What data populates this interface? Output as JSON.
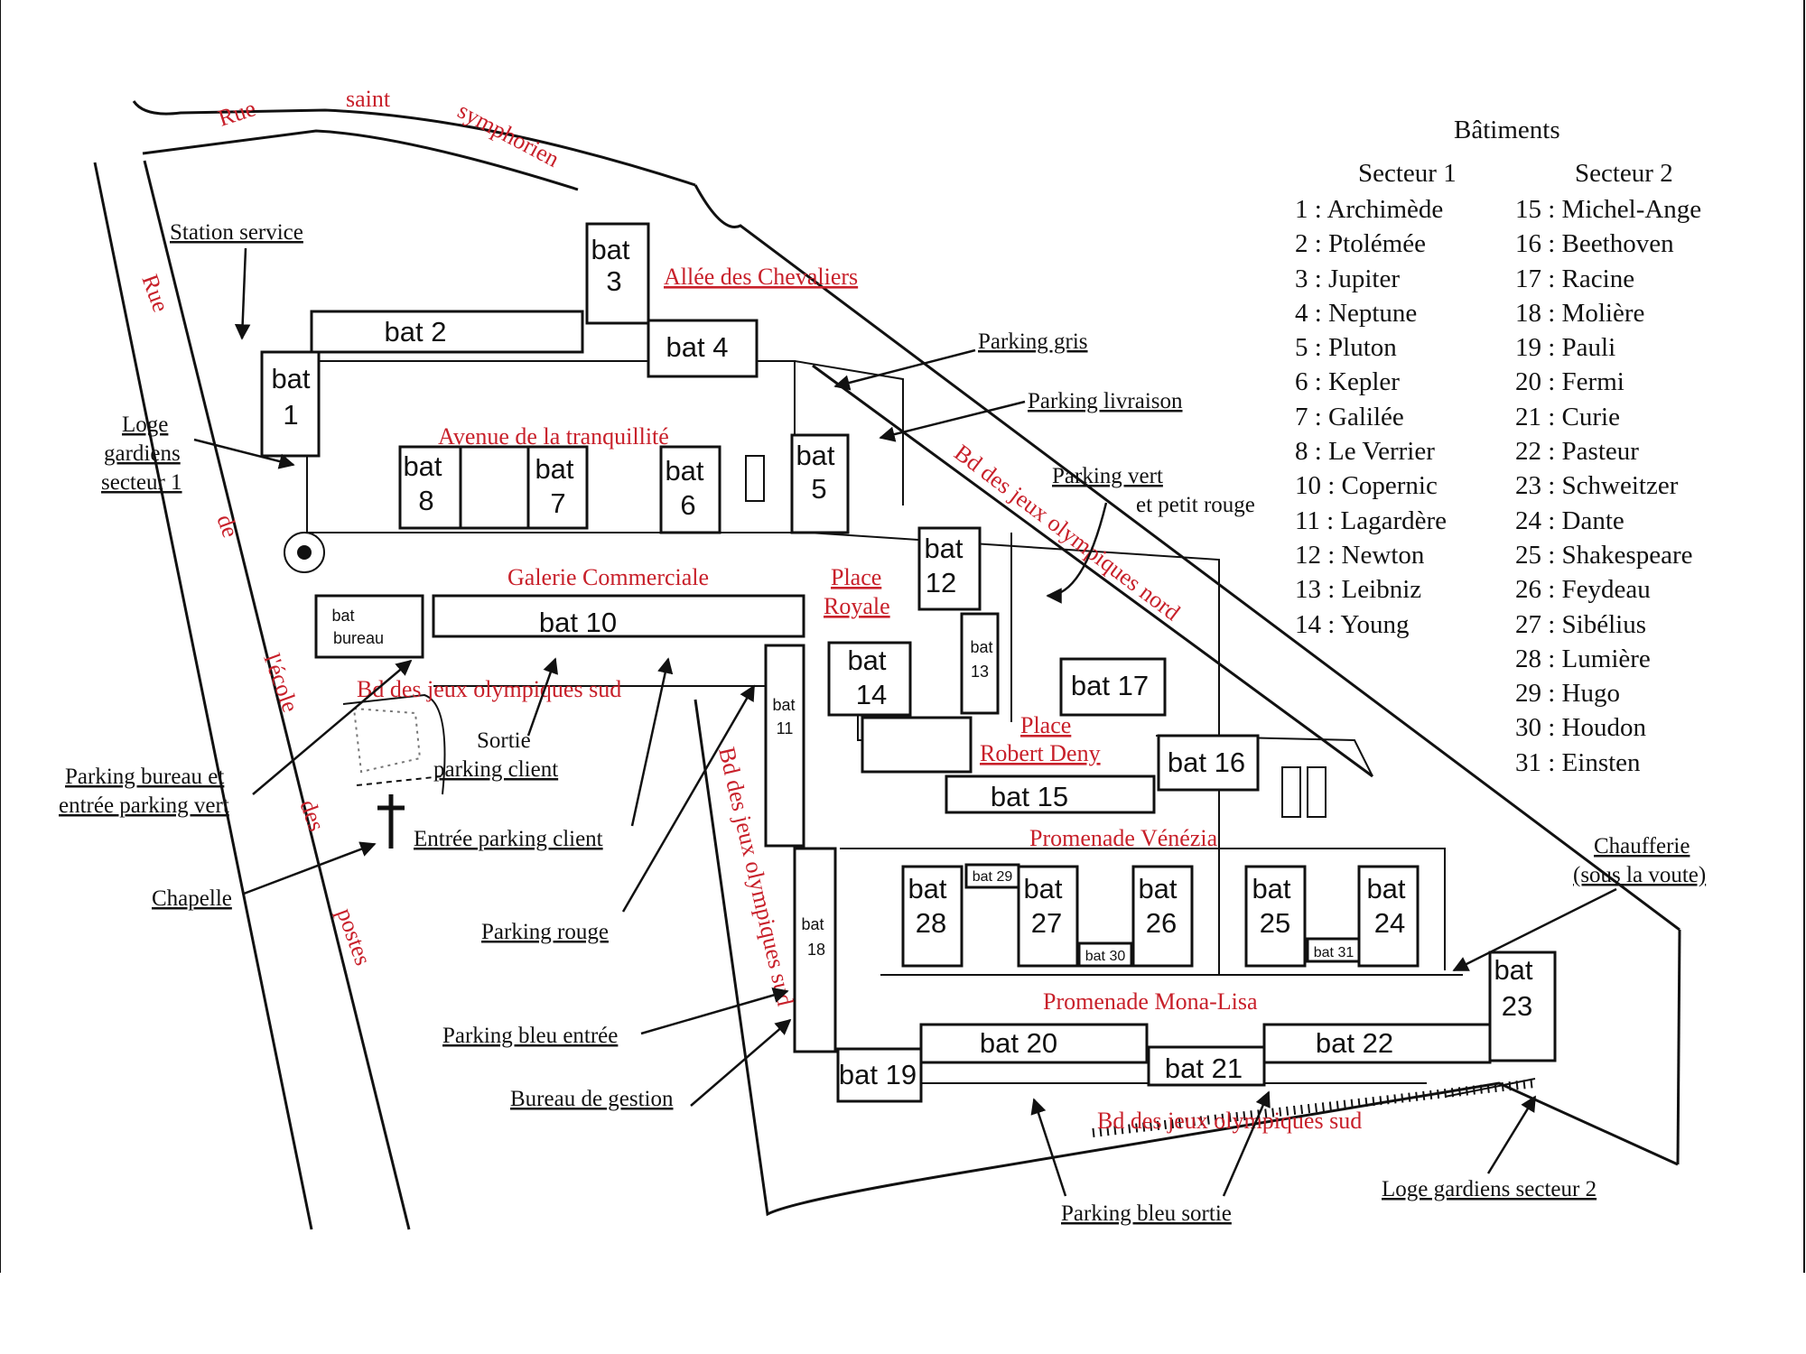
{
  "legend": {
    "title": "Bâtiments",
    "sector1": {
      "header": "Secteur 1",
      "items": [
        "1 : Archimède",
        "2 : Ptolémée",
        "3 : Jupiter",
        "4 : Neptune",
        "5 : Pluton",
        "6 : Kepler",
        "7 : Galilée",
        "8 : Le Verrier",
        "10 : Copernic",
        "11 : Lagardère",
        "12 : Newton",
        "13 : Leibniz",
        "14 : Young"
      ]
    },
    "sector2": {
      "header": "Secteur 2",
      "items": [
        "15 : Michel-Ange",
        "16 : Beethoven",
        "17 : Racine",
        "18 : Molière",
        "19 : Pauli",
        "20 : Fermi",
        "21 : Curie",
        "22 : Pasteur",
        "23 : Schweitzer",
        "24 : Dante",
        "25 : Shakespeare",
        "26 : Feydeau",
        "27 : Sibélius",
        "28 : Lumière",
        "29 : Hugo",
        "30 : Houdon",
        "31 : Einsten"
      ]
    }
  },
  "buildings": {
    "b1": [
      "bat",
      "1"
    ],
    "b2": "bat 2",
    "b3": [
      "bat",
      "3"
    ],
    "b4": "bat 4",
    "b5": [
      "bat",
      "5"
    ],
    "b6": [
      "bat",
      "6"
    ],
    "b7": [
      "bat",
      "7"
    ],
    "b8": [
      "bat",
      "8"
    ],
    "b10": "bat 10",
    "bureau": [
      "bat",
      "bureau"
    ],
    "b11": [
      "bat",
      "11"
    ],
    "b12": [
      "bat",
      "12"
    ],
    "b13": [
      "bat",
      "13"
    ],
    "b14": [
      "bat",
      "14"
    ],
    "b15": "bat 15",
    "b16": "bat 16",
    "b17": "bat 17",
    "b18": [
      "bat",
      "18"
    ],
    "b19": "bat 19",
    "b20": "bat 20",
    "b21": "bat 21",
    "b22": "bat 22",
    "b23": [
      "bat",
      "23"
    ],
    "b24": [
      "bat",
      "24"
    ],
    "b25": [
      "bat",
      "25"
    ],
    "b26": [
      "bat",
      "26"
    ],
    "b27": [
      "bat",
      "27"
    ],
    "b28": [
      "bat",
      "28"
    ],
    "b29": "bat 29",
    "b30": "bat 30",
    "b31": "bat 31"
  },
  "streets": {
    "rue_st_symph": [
      "Rue",
      "saint",
      "symphorien"
    ],
    "rue_ecole": [
      "Rue",
      "de",
      "l'école",
      "des",
      "postes"
    ],
    "allee": "Allée des Chevaliers",
    "avenue": "Avenue de la tranquillité",
    "galerie": "Galerie Commerciale",
    "bd_sud_top": "Bd des jeux olympiques sud",
    "bd_sud_vert": "Bd des jeux olympiques sud",
    "bd_sud_bottom": "Bd des jeux olympiques sud",
    "bd_nord": "Bd des jeux olympiques nord",
    "place_royale": [
      "Place",
      "Royale"
    ],
    "place_robert": [
      "Place",
      "Robert Deny"
    ],
    "venezia": "Promenade Vénézia",
    "monalisa": "Promenade Mona-Lisa"
  },
  "labels": {
    "station": "Station service",
    "loge1": [
      "Loge",
      "gardiens",
      "secteur 1"
    ],
    "parking_gris": "Parking gris",
    "parking_livraison": "Parking livraison",
    "parking_vert": [
      "Parking vert",
      "et petit rouge"
    ],
    "parking_bureau": [
      "Parking bureau et",
      "entrée parking vert"
    ],
    "sortie_client": [
      "Sortie",
      "parking client"
    ],
    "entree_client": "Entrée parking client",
    "chapelle": "Chapelle",
    "parking_rouge": "Parking rouge",
    "parking_bleu_entree": "Parking bleu entrée",
    "bureau_gestion": "Bureau de gestion",
    "parking_bleu_sortie": "Parking bleu sortie",
    "loge2": "Loge gardiens secteur 2",
    "chaufferie": [
      "Chaufferie",
      "(sous la voute)"
    ]
  }
}
